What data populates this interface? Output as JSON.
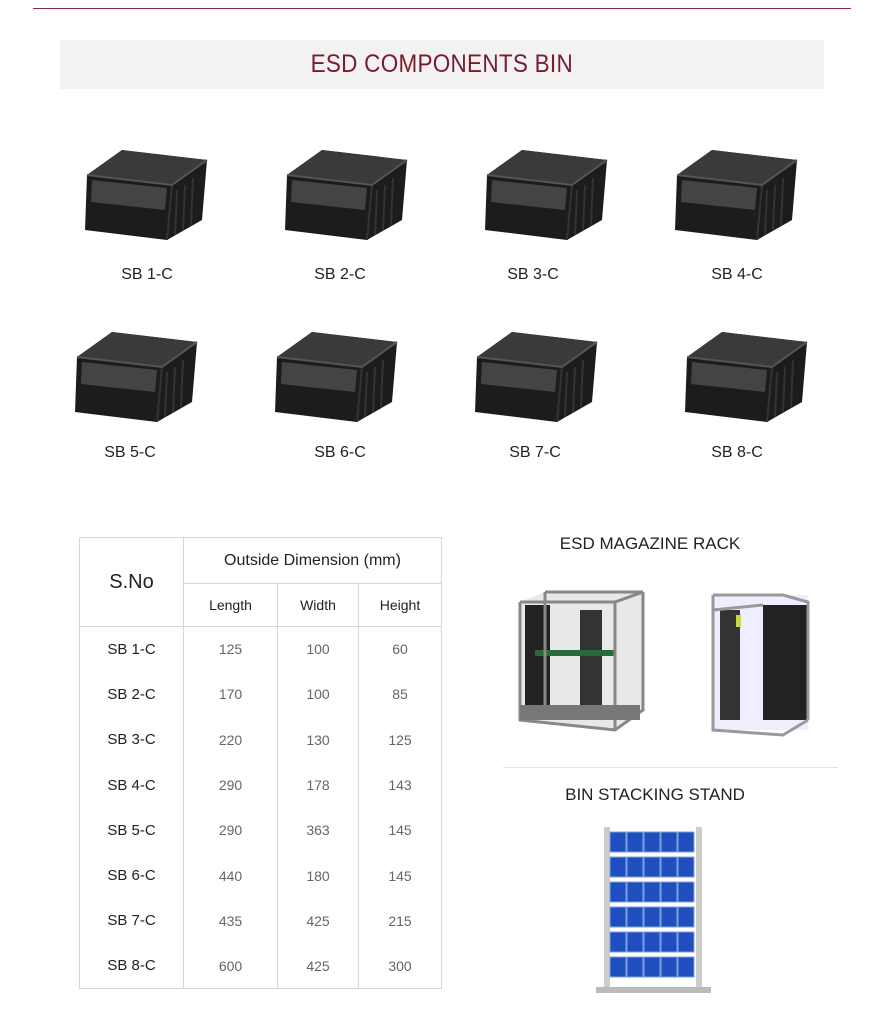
{
  "title": "ESD COMPONENTS BIN",
  "bins": [
    "SB 1-C",
    "SB 2-C",
    "SB 3-C",
    "SB 4-C",
    "SB 5-C",
    "SB 6-C",
    "SB 7-C",
    "SB 8-C"
  ],
  "table": {
    "sno_header": "S.No",
    "group_header": "Outside Dimension (mm)",
    "columns": [
      "Length",
      "Width",
      "Height"
    ],
    "rows": [
      {
        "sno": "SB 1-C",
        "length": "125",
        "width": "100",
        "height": "60"
      },
      {
        "sno": "SB 2-C",
        "length": "170",
        "width": "100",
        "height": "85"
      },
      {
        "sno": "SB 3-C",
        "length": "220",
        "width": "130",
        "height": "125"
      },
      {
        "sno": "SB 4-C",
        "length": "290",
        "width": "178",
        "height": "143"
      },
      {
        "sno": "SB 5-C",
        "length": "290",
        "width": "363",
        "height": "145"
      },
      {
        "sno": "SB 6-C",
        "length": "440",
        "width": "180",
        "height": "145"
      },
      {
        "sno": "SB 7-C",
        "length": "435",
        "width": "425",
        "height": "215"
      },
      {
        "sno": "SB 8-C",
        "length": "600",
        "width": "425",
        "height": "300"
      }
    ]
  },
  "magazine_rack": {
    "title": "ESD MAGAZINE RACK"
  },
  "stacking_stand": {
    "title": "BIN STACKING STAND"
  }
}
